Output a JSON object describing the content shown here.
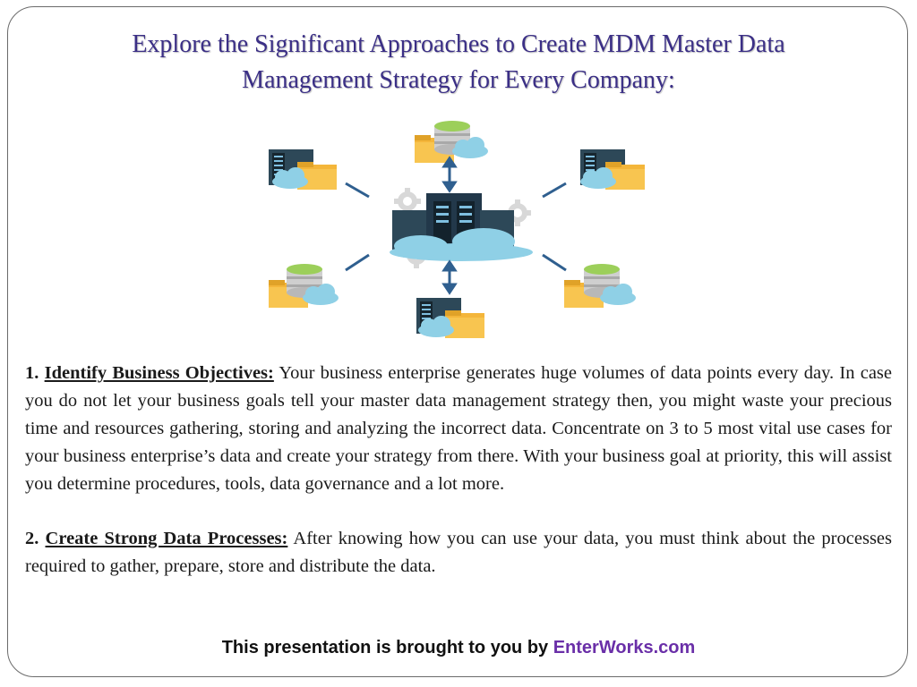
{
  "slide": {
    "title_line1": "Explore the Significant Approaches to Create MDM Master Data",
    "title_line2": "Management Strategy for Every Company:"
  },
  "diagram": {
    "icons": {
      "center": "server-rack-cloud-icon",
      "nodes": [
        "database-folder-cloud-icon",
        "server-folder-cloud-icon"
      ],
      "connectors": "double-arrow-icon"
    },
    "colors": {
      "cloud": "#8fd0e6",
      "folder": "#f4b63a",
      "server": "#2d4858",
      "database_top": "#9ccf5a",
      "arrow": "#2f5f8f",
      "gear": "#d8d8d8"
    }
  },
  "sections": [
    {
      "number": "1.",
      "heading": "Identify Business Objectives:",
      "text": "Your business enterprise generates huge volumes of data points every day. In case you do not let your business goals tell your master data management strategy then, you might waste your precious time and resources gathering, storing and analyzing the incorrect data. Concentrate on 3 to 5 most vital use cases for your business enterprise’s data and create your strategy from there. With your business goal at priority, this will assist you determine procedures, tools, data governance and a lot more."
    },
    {
      "number": "2.",
      "heading": "Create Strong Data Processes:",
      "text": "After knowing how you can use your data, you must think about the processes required to gather, prepare, store and distribute the data."
    }
  ],
  "footer": {
    "prefix": "This presentation is brought to you by",
    "brand": "EnterWorks.com",
    "brand_color": "#6a2fa8"
  }
}
